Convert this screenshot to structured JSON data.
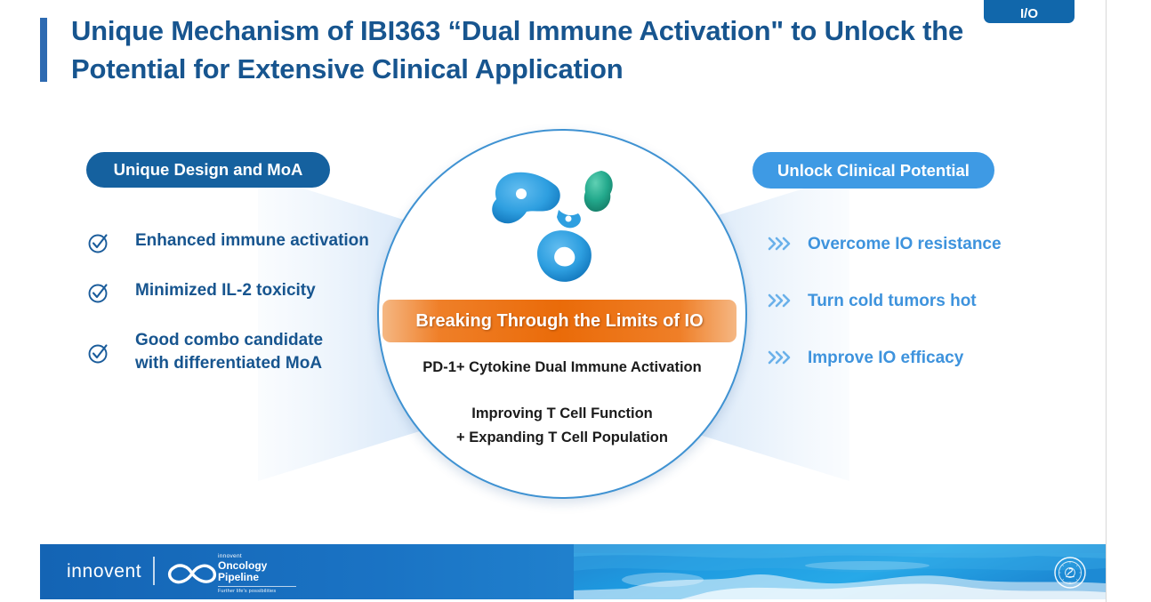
{
  "slide": {
    "title": "Unique Mechanism of IBI363 “Dual Immune Activation\" to Unlock the Potential for Extensive Clinical Application",
    "badge": "I/O",
    "accent_dark_blue": "#17558f",
    "accent_mid_blue": "#3e9ae4",
    "accent_orange": "#ea6b09"
  },
  "left_panel": {
    "pill_label": "Unique Design and MoA",
    "icon": "check-circle-icon",
    "bullets": [
      {
        "text": "Enhanced immune activation"
      },
      {
        "text": "Minimized IL-2 toxicity"
      },
      {
        "text": "Good combo candidate\nwith differentiated MoA"
      }
    ]
  },
  "right_panel": {
    "pill_label": "Unlock Clinical Potential",
    "icon": "triple-chevron-icon",
    "chevron_glyph": "〉〉〉",
    "bullets": [
      {
        "text": "Overcome IO resistance"
      },
      {
        "text": "Turn cold tumors hot"
      },
      {
        "text": "Improve IO efficacy"
      }
    ]
  },
  "center": {
    "molecule_icon": "antibody-molecule-illustration",
    "banner_label": "Breaking Through the Limits of IO",
    "line_1": "PD-1+ Cytokine Dual Immune Activation",
    "line_2": "Improving T Cell Function\n+ Expanding T Cell Population"
  },
  "footer": {
    "wordmark": "innovent",
    "infinity_icon": "infinity-loop-icon",
    "pipeline_top": "innovent",
    "pipeline_main": "Oncology\nPipeline",
    "pipeline_tagline": "Further life's possibilities",
    "seal_icon": "hospital-seal-emblem",
    "background_icon": "ocean-wave-photo"
  }
}
